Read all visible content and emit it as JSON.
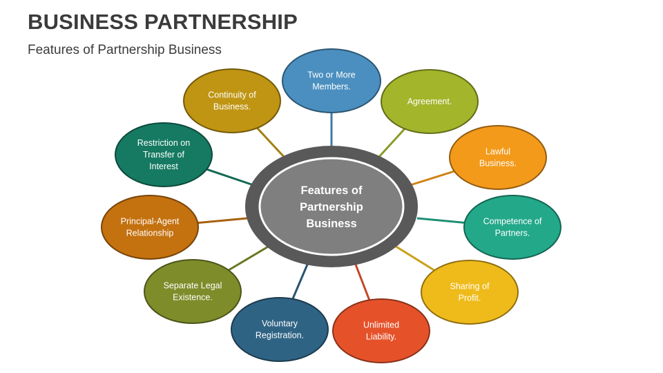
{
  "title": "BUSINESS PARTNERSHIP",
  "subtitle": "Features of Partnership Business",
  "center": {
    "lines": [
      "Features of",
      "Partnership",
      "Business"
    ],
    "ring_color": "#595959",
    "fill_color": "#7f7f7f"
  },
  "features": [
    {
      "id": "two-or-more-members",
      "lines": [
        "Two or More",
        "Members."
      ],
      "color": "#4a8fbf"
    },
    {
      "id": "agreement",
      "lines": [
        "Agreement."
      ],
      "color": "#a3b52b"
    },
    {
      "id": "lawful-business",
      "lines": [
        "Lawful",
        "Business."
      ],
      "color": "#f39a1b"
    },
    {
      "id": "competence-of-partners",
      "lines": [
        "Competence of",
        "Partners."
      ],
      "color": "#23a88a"
    },
    {
      "id": "sharing-of-profit",
      "lines": [
        "Sharing of",
        "Profit."
      ],
      "color": "#efbb1a"
    },
    {
      "id": "unlimited-liability",
      "lines": [
        "Unlimited",
        "Liability."
      ],
      "color": "#e5522a"
    },
    {
      "id": "voluntary-registration",
      "lines": [
        "Voluntary",
        "Registration."
      ],
      "color": "#2f6384"
    },
    {
      "id": "separate-legal-existence",
      "lines": [
        "Separate Legal",
        "Existence."
      ],
      "color": "#7e8c2a"
    },
    {
      "id": "principal-agent-relationship",
      "lines": [
        "Principal-Agent",
        "Relationship"
      ],
      "color": "#c4710f"
    },
    {
      "id": "restriction-on-transfer",
      "lines": [
        "Restriction on",
        "Transfer of",
        "Interest"
      ],
      "color": "#167a62"
    },
    {
      "id": "continuity-of-business",
      "lines": [
        "Continuity of",
        "Business."
      ],
      "color": "#bf9513"
    }
  ]
}
